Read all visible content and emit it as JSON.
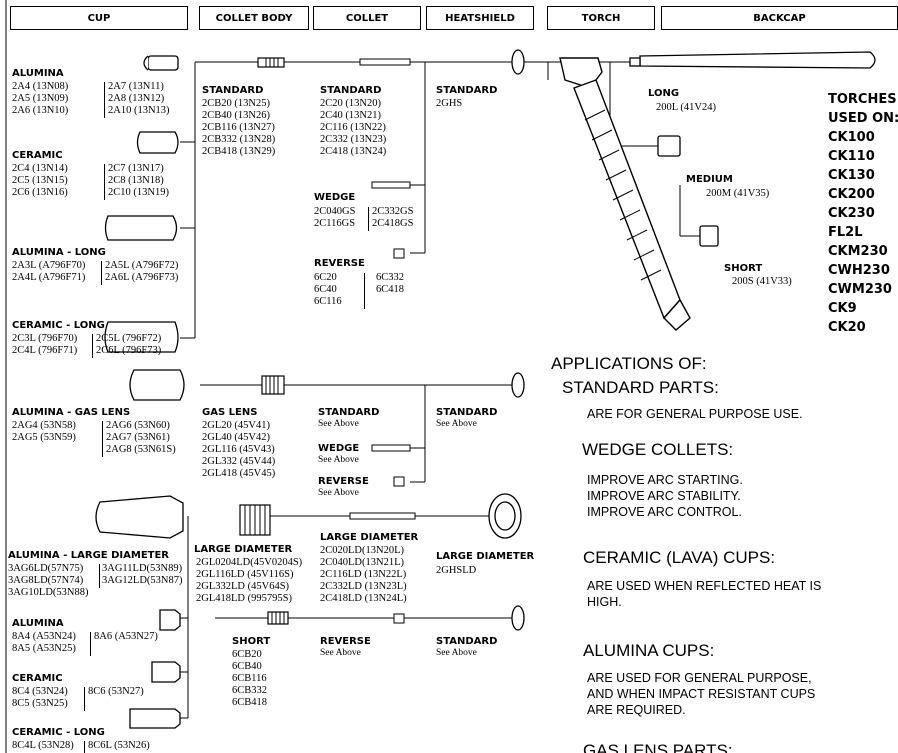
{
  "headers": {
    "cup": "CUP",
    "collet_body": "COLLET BODY",
    "collet": "COLLET",
    "heatshield": "HEATSHIELD",
    "torch": "TORCH",
    "backcap": "BACKCAP"
  },
  "cup": {
    "alumina": {
      "title": "ALUMINA",
      "col1": "2A4 (13N08)\n2A5 (13N09)\n2A6 (13N10)",
      "col2": "2A7 (13N11)\n2A8 (13N12)\n2A10 (13N13)"
    },
    "ceramic": {
      "title": "CERAMIC",
      "col1": "2C4 (13N14)\n2C5 (13N15)\n2C6 (13N16)",
      "col2": "2C7 (13N17)\n2C8 (13N18)\n2C10 (13N19)"
    },
    "alumina_long": {
      "title": "ALUMINA - LONG",
      "col1": "2A3L (A796F70)\n2A4L (A796F71)",
      "col2": "2A5L (A796F72)\n2A6L (A796F73)"
    },
    "ceramic_long": {
      "title": "CERAMIC - LONG",
      "col1": "2C3L (796F70)\n2C4L (796F71)",
      "col2": "2C5L (796F72)\n2C6L (796F73)"
    },
    "alumina_gas_lens": {
      "title": "ALUMINA - GAS LENS",
      "col1": "2AG4 (53N58)\n2AG5 (53N59)",
      "col2": "2AG6 (53N60)\n2AG7 (53N61)\n2AG8 (53N61S)"
    },
    "alumina_large": {
      "title": "ALUMINA - LARGE DIAMETER",
      "col1": "3AG6LD(57N75)\n3AG8LD(57N74)\n3AG10LD(53N88)",
      "col2": "3AG11LD(53N89)\n3AG12LD(53N87)"
    },
    "alumina_short": {
      "title": "ALUMINA",
      "col1": "8A4 (A53N24)\n8A5 (A53N25)",
      "col2": "8A6 (A53N27)"
    },
    "ceramic_short": {
      "title": "CERAMIC",
      "col1": "8C4 (53N24)\n8C5 (53N25)",
      "col2": "8C6 (53N27)"
    },
    "ceramic_long_short": {
      "title": "CERAMIC - LONG",
      "col1": "8C4L (53N28)",
      "col2": "8C6L (53N26)"
    }
  },
  "collet_body": {
    "standard": {
      "title": "STANDARD",
      "list": "2CB20 (13N25)\n2CB40 (13N26)\n2CB116 (13N27)\n2CB332 (13N28)\n2CB418 (13N29)"
    },
    "gas_lens": {
      "title": "GAS LENS",
      "list": "2GL20 (45V41)\n2GL40 (45V42)\n2GL116 (45V43)\n2GL332 (45V44)\n2GL418 (45V45)"
    },
    "large": {
      "title": "LARGE DIAMETER",
      "list": "2GL0204LD(45V0204S)\n2GL116LD (45V116S)\n2GL332LD (45V64S)\n2GL418LD (995795S)"
    },
    "short": {
      "title": "SHORT",
      "list": "6CB20\n6CB40\n6CB116\n6CB332\n6CB418"
    }
  },
  "collet": {
    "standard": {
      "title": "STANDARD",
      "list": "2C20 (13N20)\n2C40 (13N21)\n2C116 (13N22)\n2C332 (13N23)\n2C418 (13N24)"
    },
    "wedge": {
      "title": "WEDGE",
      "col1": "2C040GS\n2C116GS",
      "col2": "2C332GS\n2C418GS"
    },
    "reverse": {
      "title": "REVERSE",
      "col1": "6C20\n6C40\n6C116",
      "col2": "6C332\n6C418"
    },
    "gl_standard": {
      "title": "STANDARD",
      "sub": "See Above"
    },
    "gl_wedge": {
      "title": "WEDGE",
      "sub": "See Above"
    },
    "gl_reverse": {
      "title": "REVERSE",
      "sub": "See Above"
    },
    "large": {
      "title": "LARGE DIAMETER",
      "list": "2C020LD(13N20L)\n2C040LD(13N21L)\n2C116LD (13N22L)\n2C332LD (13N23L)\n2C418LD (13N24L)"
    },
    "short_reverse": {
      "title": "REVERSE",
      "sub": "See Above"
    }
  },
  "heatshield": {
    "standard": {
      "title": "STANDARD",
      "sub": "2GHS"
    },
    "gl_standard": {
      "title": "STANDARD",
      "sub": "See Above"
    },
    "large": {
      "title": "LARGE DIAMETER",
      "sub": "2GHSLD"
    },
    "short_standard": {
      "title": "STANDARD",
      "sub": "See Above"
    }
  },
  "backcap": {
    "long": {
      "title": "LONG",
      "sub": "200L (41V24)"
    },
    "medium": {
      "title": "MEDIUM",
      "sub": "200M (41V35)"
    },
    "short": {
      "title": "SHORT",
      "sub": "200S (41V33)"
    }
  },
  "torches": {
    "title": "TORCHES\nUSED ON:",
    "list": "CK100\nCK110\nCK130\nCK200\nCK230\nFL2L\nCKM230\nCWH230\nCWM230\nCK9\nCK20"
  },
  "applications": {
    "heading": "APPLICATIONS OF:",
    "standard_title": "STANDARD PARTS:",
    "standard_text": "ARE FOR GENERAL PURPOSE USE.",
    "wedge_title": "WEDGE COLLETS:",
    "wedge_text": "IMPROVE ARC STARTING.\nIMPROVE ARC STABILITY.\nIMPROVE ARC CONTROL.",
    "ceramic_title": "CERAMIC (LAVA) CUPS:",
    "ceramic_text": "ARE USED WHEN REFLECTED HEAT IS\nHIGH.",
    "alumina_title": "ALUMINA CUPS:",
    "alumina_text": "ARE USED FOR GENERAL PURPOSE,\nAND WHEN IMPACT RESISTANT CUPS\nARE REQUIRED.",
    "gas_lens_title": "GAS LENS PARTS:"
  }
}
